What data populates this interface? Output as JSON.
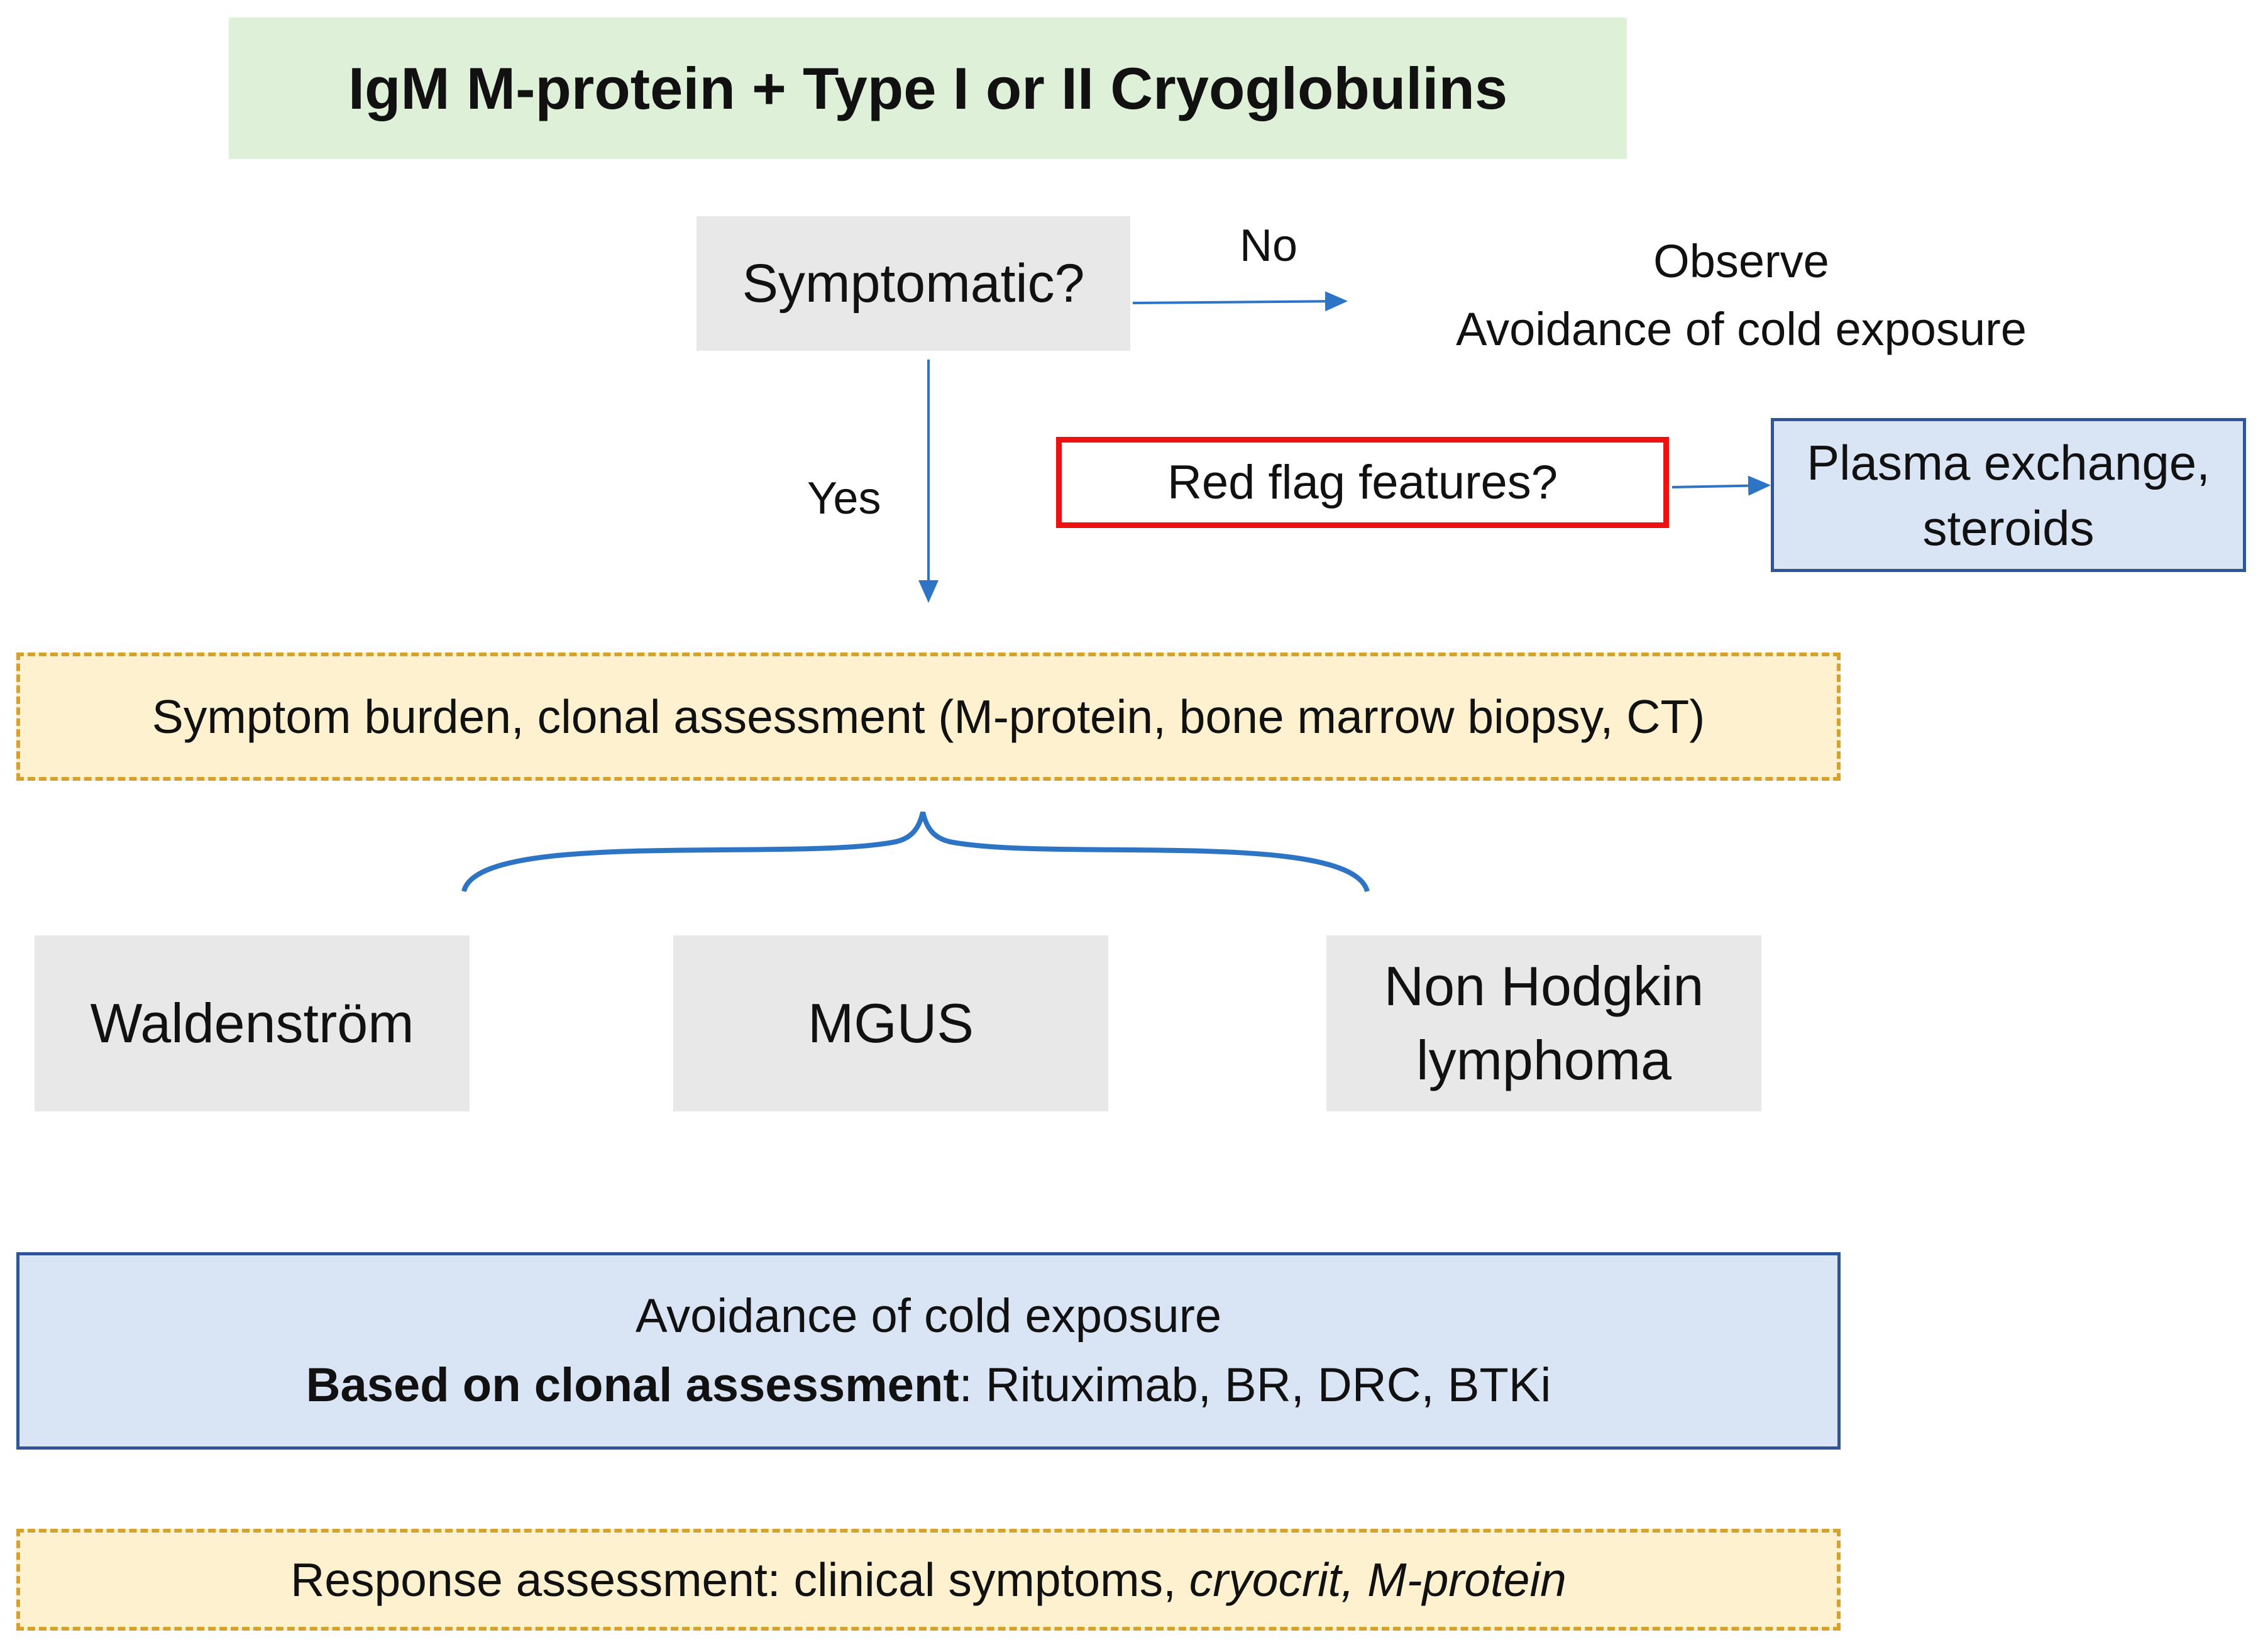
{
  "title": "IgM M-protein + Type I or II Cryoglobulins",
  "question": "Symptomatic?",
  "branch_no_label": "No",
  "branch_yes_label": "Yes",
  "no_outcome": {
    "line1": "Observe",
    "line2": "Avoidance of cold exposure"
  },
  "red_flag": "Red flag features?",
  "red_flag_action": {
    "line1": "Plasma exchange,",
    "line2": "steroids"
  },
  "assessment": "Symptom burden, clonal assessment (M-protein, bone marrow biopsy, CT)",
  "categories": [
    {
      "line1": "Waldenström",
      "line2": ""
    },
    {
      "line1": "MGUS",
      "line2": ""
    },
    {
      "line1": "Non Hodgkin",
      "line2": "lymphoma"
    }
  ],
  "treatment": {
    "line1": "Avoidance of cold exposure",
    "bold_prefix": "Based on clonal assessment",
    "rest": ": Rituximab, BR, DRC, BTKi"
  },
  "response": {
    "prefix": "Response assessment: clinical symptoms, ",
    "italic": "cryocrit, M-protein"
  },
  "colors": {
    "title_fill": "#dff0d8",
    "grey_fill": "#e8e8e8",
    "blue_fill": "#d9e4f4",
    "blue_border": "#2e5597",
    "dashed_fill": "#fdf1d0",
    "dashed_border": "#d6a12c",
    "red_border": "#ee1111",
    "arrow": "#2e74c4"
  }
}
